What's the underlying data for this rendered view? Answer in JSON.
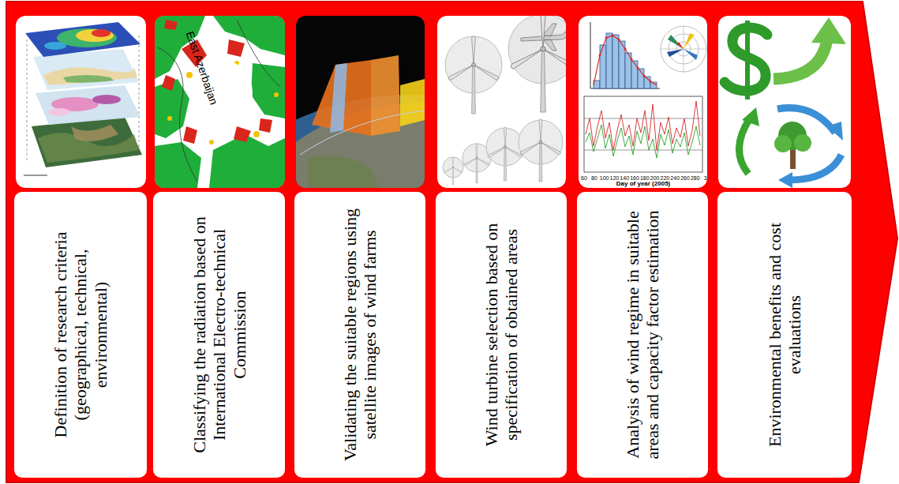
{
  "diagram": {
    "nodes": [
      {
        "text": [
          "Definition of research criteria (geographical, technical, environmental)"
        ]
      },
      {
        "text": [
          "Classifying the radiation based on International Electro-technical Commission"
        ]
      },
      {
        "text": [
          "Validating the suitable regions using satellite images of wind farms"
        ]
      },
      {
        "text": [
          "Wind turbine selection based on specification of obtained areas"
        ]
      },
      {
        "text": [
          "Analysis of wind regime in suitable areas and capacity factor estimation"
        ]
      },
      {
        "text": [
          "Environmental benefits and cost evaluations"
        ]
      }
    ],
    "labels": [
      "East Azerbaijan",
      "60",
      "80",
      "100",
      "120",
      "140",
      "160",
      "180",
      "200",
      "220",
      "240",
      "260",
      "280",
      "3",
      "Day of year (2005)"
    ]
  }
}
